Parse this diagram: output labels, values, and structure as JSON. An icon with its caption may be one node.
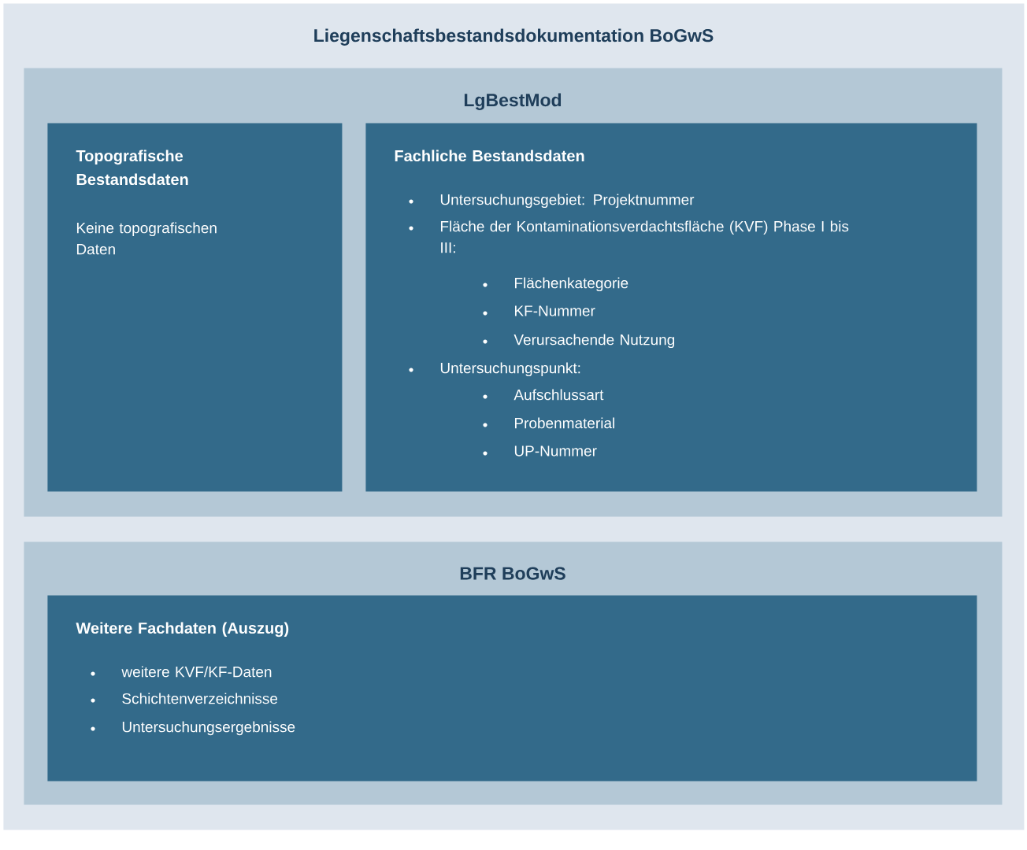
{
  "diagram": {
    "title": "Liegenschaftsbestandsdokumentation BoGwS",
    "nodes": [
      {
        "text": [],
        "shape": "box"
      },
      {
        "text": [
          "LgBestMod"
        ],
        "in": 0
      },
      {
        "text": [
          "Topografische Bestandsdaten",
          "Keine topografischen Daten"
        ],
        "in": 1
      },
      {
        "text": [
          "Fachliche Bestandsdaten",
          "Untersuchungsgebiet: Projektnummer",
          "Fläche der Kontaminationsverdachtsfläche (KVF) Phase I bis III:",
          "Flächenkategorie",
          "KF-Nummer",
          "Verursachende Nutzung",
          "Untersuchungspunkt:",
          "Aufschlussart",
          "Probenmaterial",
          "UP-Nummer"
        ],
        "in": 1
      },
      {
        "text": [
          "BFR BoGwS"
        ],
        "in": 0
      },
      {
        "text": [
          "Weitere Fachdaten (Auszug)",
          "weitere KVF/KF-Daten",
          "Schichtenverzeichnisse",
          "Untersuchungsergebnisse"
        ],
        "in": 4
      }
    ]
  }
}
